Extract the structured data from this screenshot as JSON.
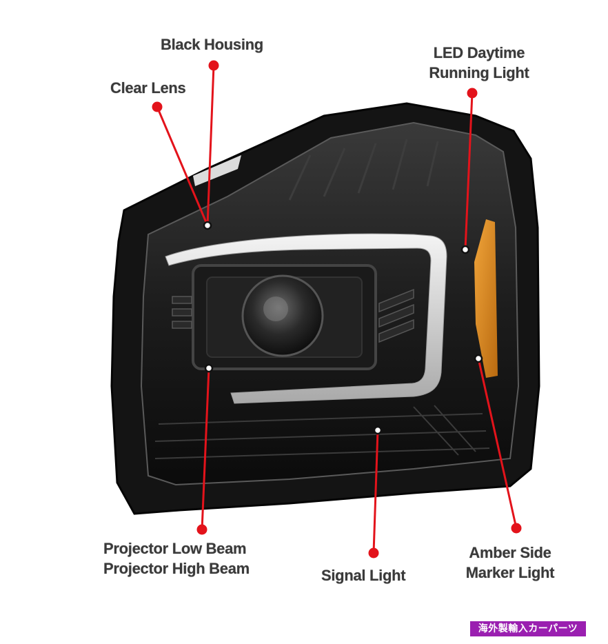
{
  "callouts": {
    "black_housing": "Black Housing",
    "clear_lens": "Clear Lens",
    "led_drl_line1": "LED Daytime",
    "led_drl_line2": "Running Light",
    "projector_low": "Projector Low Beam",
    "projector_high": "Projector High Beam",
    "signal_light": "Signal Light",
    "amber_line1": "Amber Side",
    "amber_line2": "Marker Light"
  },
  "watermark": "海外製輸入カーパーツ",
  "colors": {
    "pointer_red": "#e3131b",
    "label_text": "#3a3a3a",
    "housing_black": "#111111",
    "amber": "#e08a1c",
    "watermark_bg": "#9a1fb0"
  }
}
